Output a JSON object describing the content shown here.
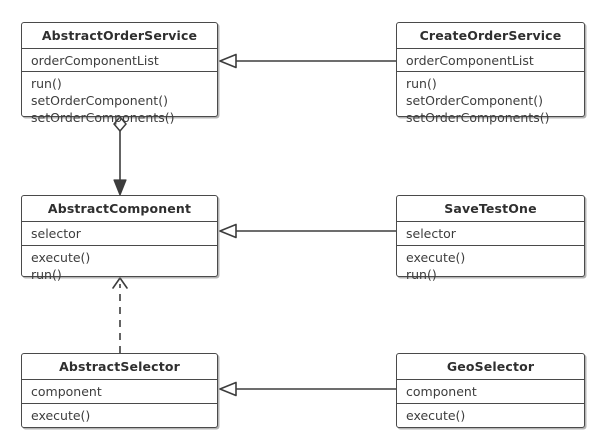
{
  "diagram": {
    "type": "uml-class-diagram",
    "background_color": "#ffffff",
    "line_color": "#3d3d3d",
    "border_color": "#4a4a4a",
    "classes": [
      {
        "id": "abstract-order-service",
        "name": "AbstractOrderService",
        "attributes": [
          "orderComponentList"
        ],
        "operations": [
          "run()",
          "setOrderComponent()",
          "setOrderComponents()"
        ]
      },
      {
        "id": "create-order-service",
        "name": "CreateOrderService",
        "attributes": [
          "orderComponentList"
        ],
        "operations": [
          "run()",
          "setOrderComponent()",
          "setOrderComponents()"
        ]
      },
      {
        "id": "abstract-component",
        "name": "AbstractComponent",
        "attributes": [
          "selector"
        ],
        "operations": [
          "execute()",
          "run()"
        ]
      },
      {
        "id": "save-test-one",
        "name": "SaveTestOne",
        "attributes": [
          "selector"
        ],
        "operations": [
          "execute()",
          "run()"
        ]
      },
      {
        "id": "abstract-selector",
        "name": "AbstractSelector",
        "attributes": [
          "component"
        ],
        "operations": [
          "execute()"
        ]
      },
      {
        "id": "geo-selector",
        "name": "GeoSelector",
        "attributes": [
          "component"
        ],
        "operations": [
          "execute()"
        ]
      }
    ],
    "relationships": [
      {
        "id": "gen-create-order-service",
        "kind": "generalization",
        "style": "solid",
        "arrow": "hollow-triangle",
        "from": "create-order-service",
        "to": "abstract-order-service"
      },
      {
        "id": "agg-order-service-component",
        "kind": "aggregation",
        "style": "solid",
        "arrow": "filled-arrow",
        "source_decoration": "hollow-diamond",
        "from": "abstract-order-service",
        "to": "abstract-component"
      },
      {
        "id": "gen-save-test-one",
        "kind": "generalization",
        "style": "solid",
        "arrow": "hollow-triangle",
        "from": "save-test-one",
        "to": "abstract-component"
      },
      {
        "id": "dep-selector-component",
        "kind": "dependency",
        "style": "dashed",
        "arrow": "open-arrow",
        "from": "abstract-selector",
        "to": "abstract-component"
      },
      {
        "id": "gen-geo-selector",
        "kind": "generalization",
        "style": "solid",
        "arrow": "hollow-triangle",
        "from": "geo-selector",
        "to": "abstract-selector"
      }
    ]
  }
}
